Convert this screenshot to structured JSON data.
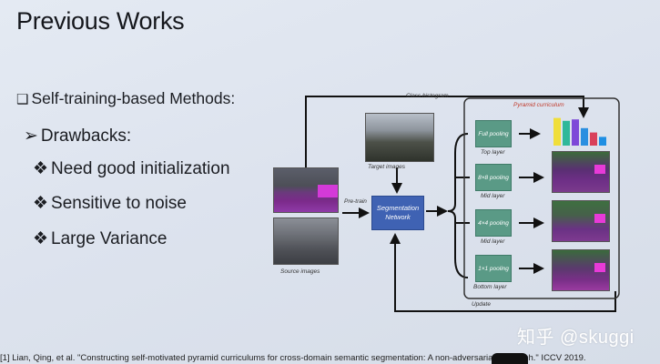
{
  "slide": {
    "title": "Previous Works",
    "bullets": {
      "level1": {
        "glyph": "❑",
        "text": "Self-training-based Methods:"
      },
      "level2": {
        "glyph": "➢",
        "text": "Drawbacks:"
      },
      "level3": [
        {
          "glyph": "❖",
          "text": "Need good initialization"
        },
        {
          "glyph": "❖",
          "text": "Sensitive to noise"
        },
        {
          "glyph": "❖",
          "text": "Large Variance"
        }
      ]
    },
    "diagram": {
      "class_histogram": "Class histogram",
      "pyramid_curriculum": "Pyramid curriculum",
      "target_images": "Target images",
      "source_images": "Source images",
      "pre_train": "Pre-train",
      "segmentation_network": "Segmentation Network",
      "pools": [
        {
          "label": "Full pooling",
          "layer": "Top layer"
        },
        {
          "label": "8×8 pooling",
          "layer": "Mid layer"
        },
        {
          "label": "4×4 pooling",
          "layer": "Mid layer"
        },
        {
          "label": "1×1 pooling",
          "layer": "Bottom layer"
        }
      ],
      "update": "Update"
    },
    "histogram_colors": [
      "#f0de3a",
      "#2fb89a",
      "#7e49d8",
      "#2a8fe0",
      "#d9405a",
      "#1f8fe3"
    ],
    "histogram_levels": [
      0.95,
      0.85,
      0.9,
      0.6,
      0.45,
      0.3
    ],
    "footnote": "[1] Lian, Qing, et al. \"Constructing self-motivated pyramid curriculums for cross-domain semantic segmentation: A non-adversarial approach.\" ICCV 2019.",
    "watermark": "知乎 @skuggi"
  }
}
